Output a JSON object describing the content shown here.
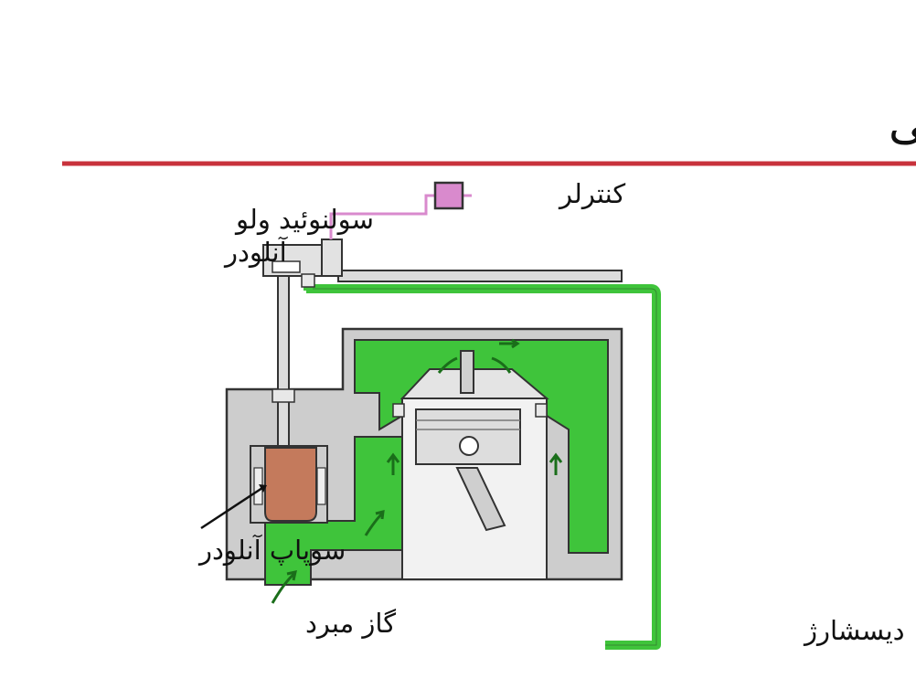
{
  "title": "آنلودر کمپرسور سیلندر پیستونی",
  "labels": {
    "controller": "کنترلر",
    "solenoid_line1": "سولنوئید ولو",
    "solenoid_line2": "آنلودر",
    "unloader_valve": "سوپاپ آنلودر",
    "suction_gas": "گاز مبرد",
    "discharge": "دیسشارژ"
  },
  "colors": {
    "divider": "#c8323c",
    "gas": "#3fc43b",
    "gas_dark": "#1a6e1a",
    "housing": "#cdcdcd",
    "piston": "#dddddd",
    "valve": "#c47a5c",
    "controller": "#d98acd",
    "signal_wire": "#d98acd"
  }
}
